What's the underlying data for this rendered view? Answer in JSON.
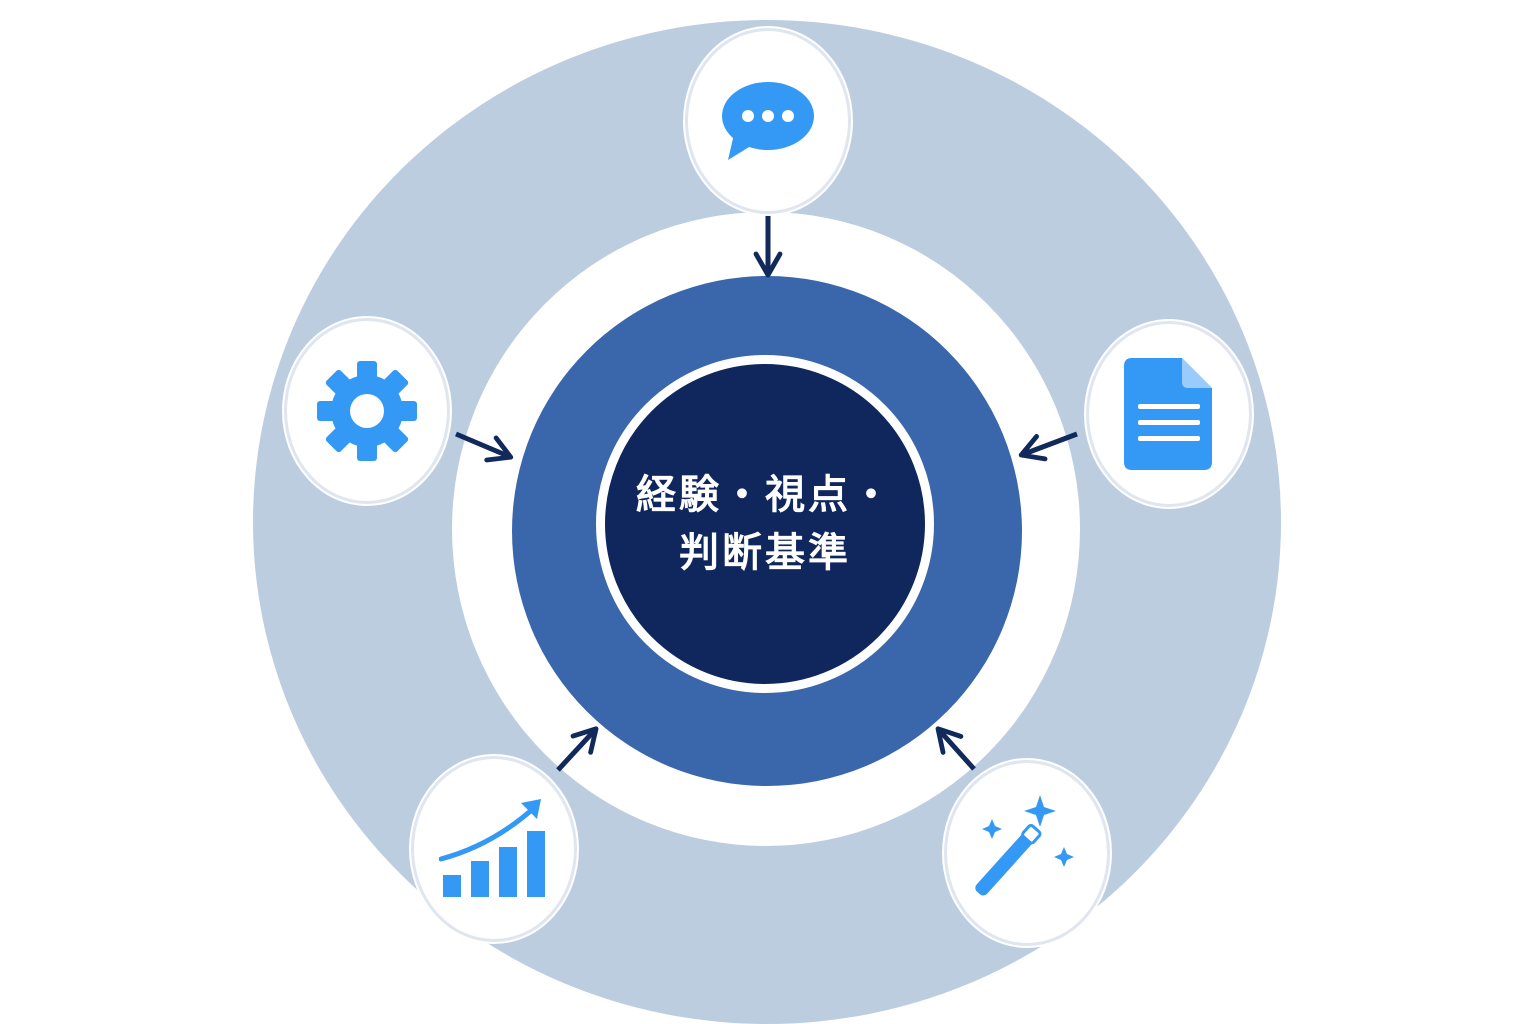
{
  "center": {
    "line1": "経験・視点・",
    "line2": "判断基準"
  },
  "colors": {
    "outer_ring": "#bccde0",
    "mid_ring": "#3a66ab",
    "core": "#10275e",
    "icon": "#3399f5",
    "arrow": "#12295c"
  },
  "nodes": [
    {
      "id": "top",
      "icon": "chat-bubble-icon"
    },
    {
      "id": "left",
      "icon": "gear-icon"
    },
    {
      "id": "right",
      "icon": "document-icon"
    },
    {
      "id": "bottom-left",
      "icon": "growth-chart-icon"
    },
    {
      "id": "bottom-right",
      "icon": "magic-wand-icon"
    }
  ]
}
